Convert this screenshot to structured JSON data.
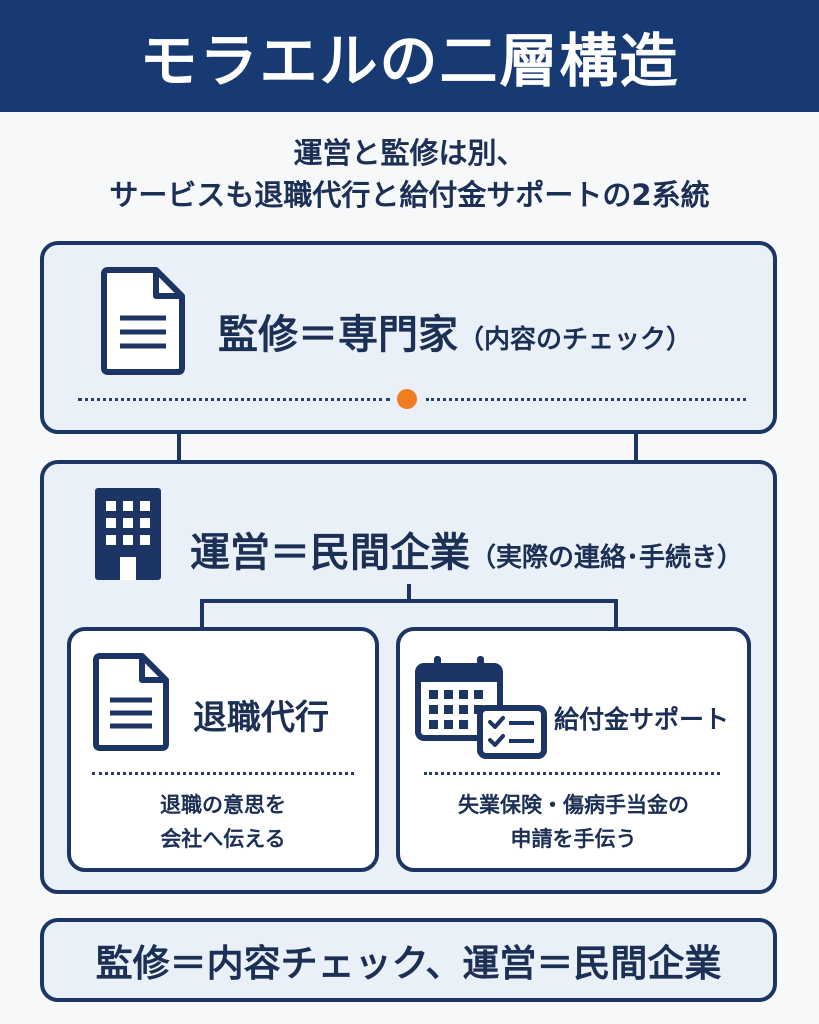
{
  "header": {
    "title": "モラエルの二層構造"
  },
  "subtitle": {
    "line1": "運営と監修は別、",
    "line2": "サービスも退職代行と給付金サポートの2系統"
  },
  "supervision": {
    "label": "監修＝専門家",
    "note": "（内容のチェック）",
    "icon": "document-icon",
    "accent": "#f07d20"
  },
  "operation": {
    "label": "運営＝民間企業",
    "note": "（実際の連絡･手続き）",
    "icon": "building-icon"
  },
  "services": [
    {
      "title": "退職代行",
      "icon": "document-icon",
      "desc_line1": "退職の意思を",
      "desc_line2": "会社へ伝える"
    },
    {
      "title": "給付金サポート",
      "icon": "calendar-checklist-icon",
      "desc_line1": "失業保険・傷病手当金の",
      "desc_line2": "申請を手伝う"
    }
  ],
  "summary": {
    "text": "監修＝内容チェック、運営＝民間企業"
  },
  "colors": {
    "navy": "#183a73",
    "box_fill": "#eaf0f8",
    "accent": "#f07d20"
  }
}
